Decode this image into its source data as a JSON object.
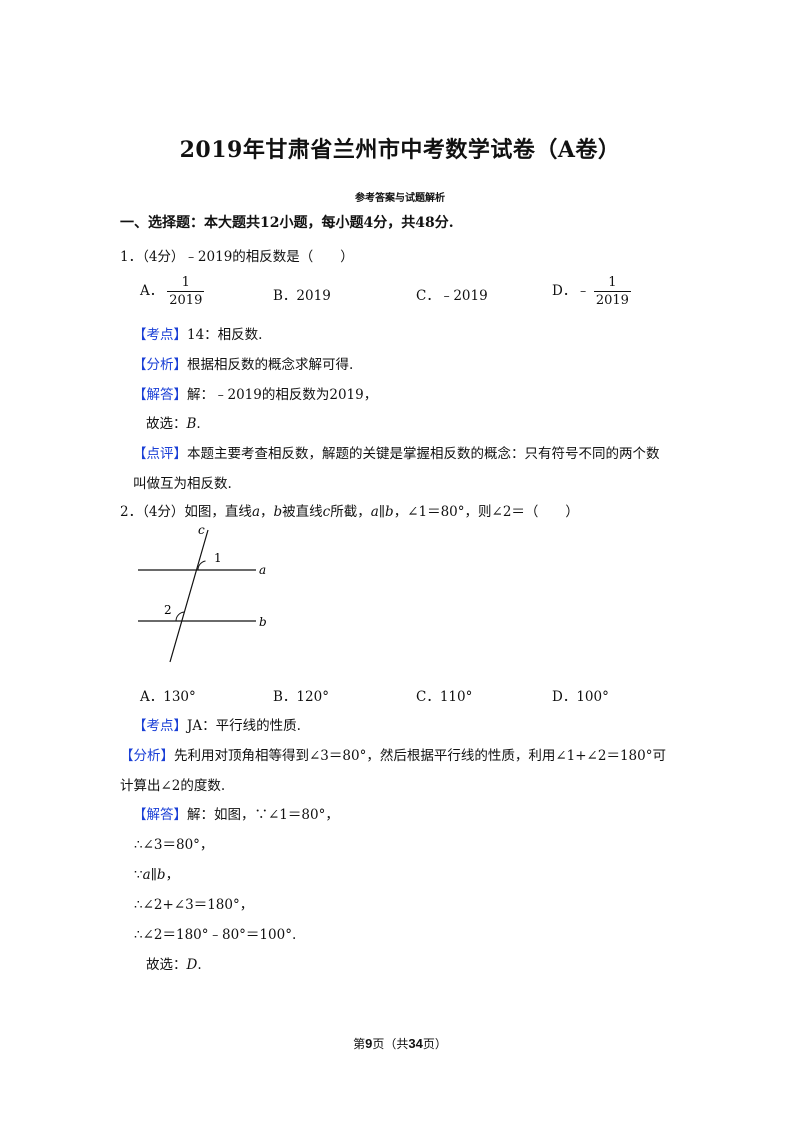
{
  "title": "2019年甘肃省兰州市中考数学试卷（A卷）",
  "subtitle": "参考答案与试题解析",
  "section_heading": "一、选择题：本大题共12小题，每小题4分，共48分.",
  "q1": {
    "stem": "1．（4分）﹣2019的相反数是（　　）",
    "options": {
      "a_label": "A．",
      "a_num": "1",
      "a_den": "2019",
      "b": "B．2019",
      "c": "C．﹣2019",
      "d_label": "D．﹣",
      "d_num": "1",
      "d_den": "2019"
    },
    "kaodian_tag": "【考点】",
    "kaodian_text": "14：相反数.",
    "fenxi_tag": "【分析】",
    "fenxi_text": "根据相反数的概念求解可得.",
    "jieda_tag": "【解答】",
    "jieda_text": "解：﹣2019的相反数为2019，",
    "guxuan_prefix": "故选：",
    "guxuan_answer": "B",
    "guxuan_suffix": ".",
    "dianping_tag": "【点评】",
    "dianping_text1": "本题主要考查相反数，解题的关键是掌握相反数的概念：只有符号不同的两个数",
    "dianping_text2": "叫做互为相反数."
  },
  "q2": {
    "stem_p1": "2．（4分）如图，直线",
    "var_a": "a",
    "sep1": "，",
    "var_b": "b",
    "stem_p2": "被直线",
    "var_c": "c",
    "stem_p3": "所截，",
    "parallel_a": "a",
    "parallel_sym": "∥",
    "parallel_b": "b",
    "stem_p4": "，∠1＝80°，则∠2＝（　　）",
    "figure_labels": {
      "c": "c",
      "one": "1",
      "two": "2",
      "a": "a",
      "b": "b"
    },
    "options": {
      "a": "A．130°",
      "b": "B．120°",
      "c": "C．110°",
      "d": "D．100°"
    },
    "kaodian_tag": "【考点】",
    "kaodian_text": "JA：平行线的性质.",
    "fenxi_tag": "【分析】",
    "fenxi_text1": "先利用对顶角相等得到∠3＝80°，然后根据平行线的性质，利用∠1+∠2＝180°可",
    "fenxi_text2": "计算出∠2的度数.",
    "jieda_tag": "【解答】",
    "jieda_text": "解：如图，∵∠1＝80°，",
    "step1": "∴∠3＝80°，",
    "step2_prefix": "∵",
    "step2_a": "a",
    "step2_sym": "∥",
    "step2_b": "b",
    "step2_suffix": "，",
    "step3": "∴∠2+∠3＝180°，",
    "step4": "∴∠2＝180°﹣80°＝100°.",
    "guxuan_prefix": "故选：",
    "guxuan_answer": "D",
    "guxuan_suffix": "."
  },
  "footer": {
    "prefix": "第",
    "page": "9",
    "middle": "页（共",
    "total": "34",
    "suffix": "页）"
  }
}
